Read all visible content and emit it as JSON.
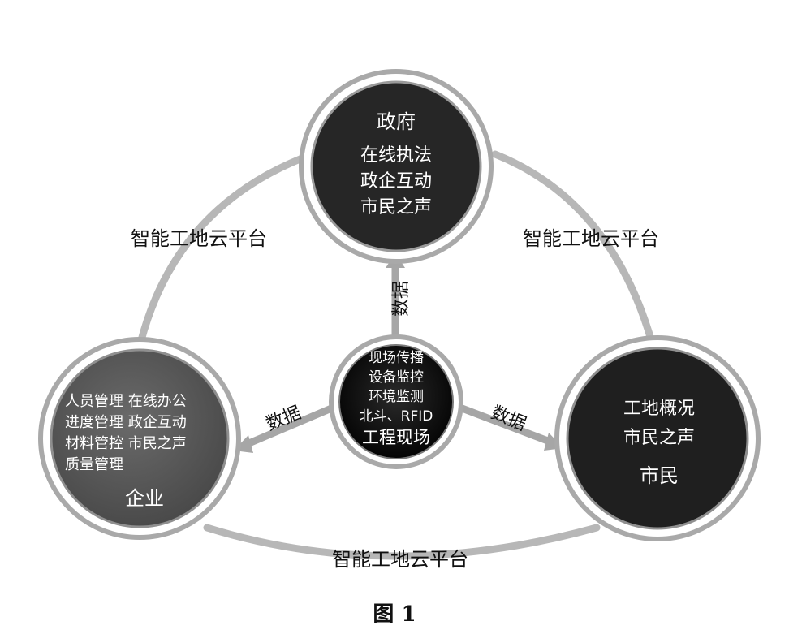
{
  "nodes": {
    "government": {
      "title": "政府",
      "lines": [
        "在线执法",
        "政企互动",
        "市民之声"
      ]
    },
    "site": {
      "lines": [
        "现场传播",
        "设备监控",
        "环境监测",
        "北斗、RFID"
      ],
      "title": "工程现场"
    },
    "enterprise": {
      "lines": [
        "人员管理 在线办公",
        "进度管理 政企互动",
        "材料管控 市民之声",
        "质量管理"
      ],
      "title": "企业"
    },
    "citizen": {
      "lines": [
        "工地概况",
        "市民之声"
      ],
      "title": "市民"
    }
  },
  "edges": {
    "platform_left": "智能工地云平台",
    "platform_right": "智能工地云平台",
    "platform_bottom": "智能工地云平台",
    "data_up": "数据",
    "data_left": "数据",
    "data_right": "数据"
  },
  "caption": "图 1",
  "colors": {
    "ring": "#b9b9b9",
    "ring_edge": "#8a8a8a",
    "node_dark": "#262626",
    "node_center": "#0d0d0d",
    "node_enterprise": "#5e5e5e",
    "arrow": "#a6a6a6"
  }
}
